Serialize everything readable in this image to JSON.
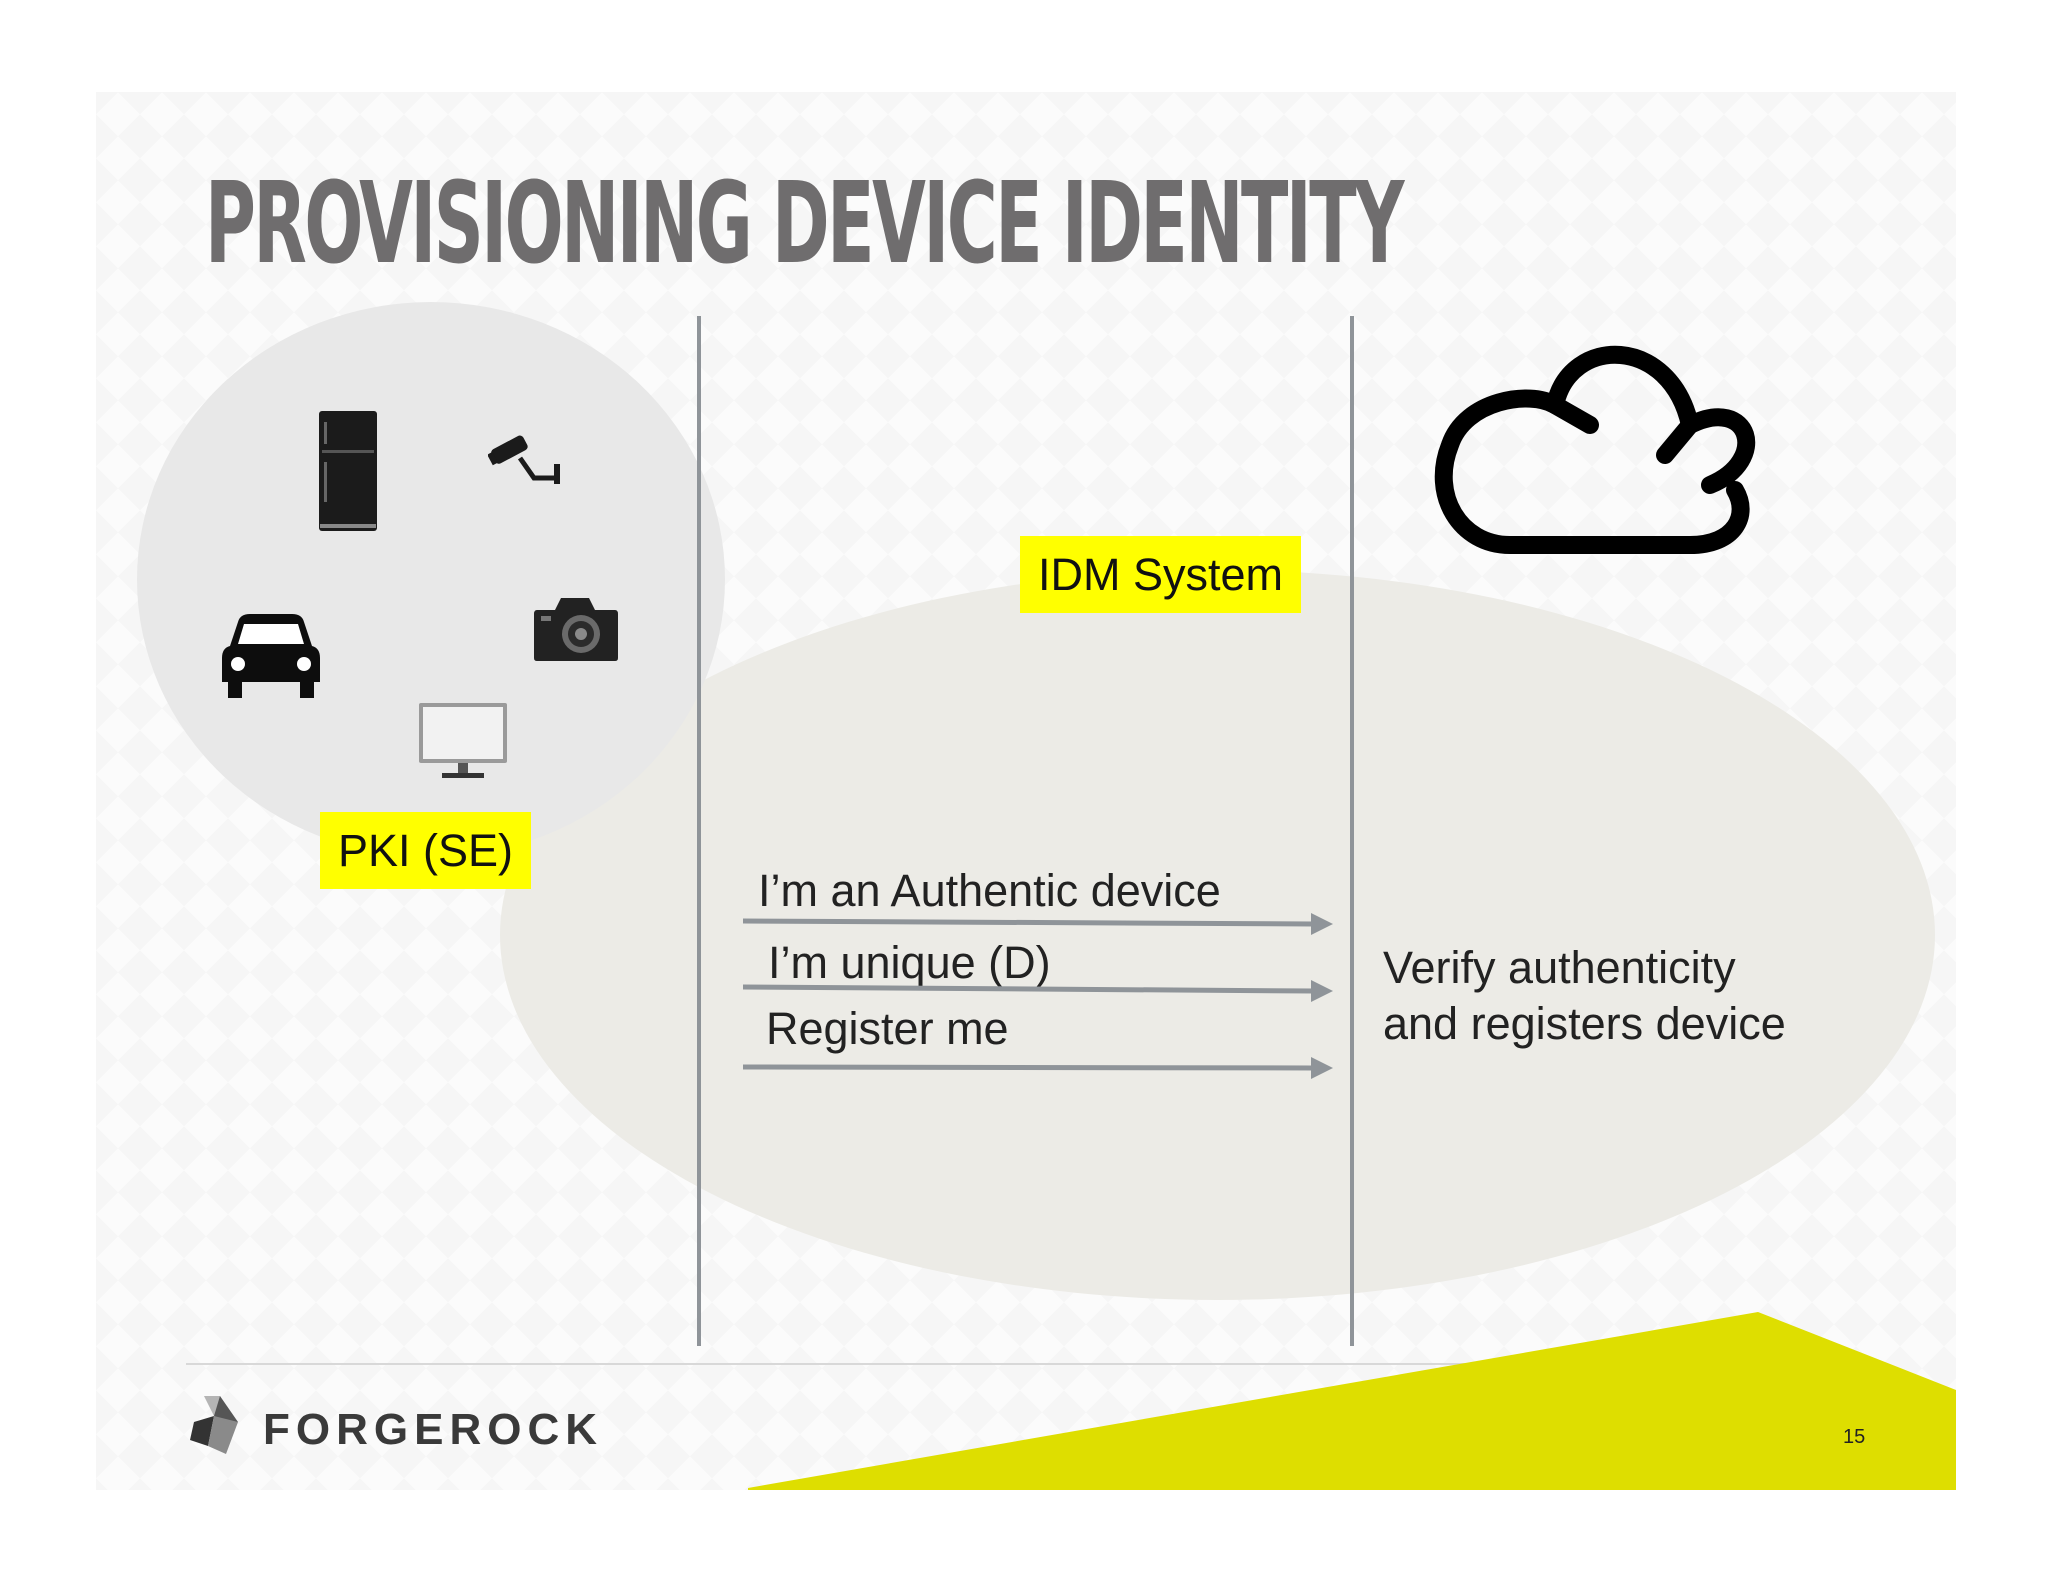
{
  "slide": {
    "title": "PROVISIONING DEVICE IDENTITY",
    "page_number": "15"
  },
  "labels": {
    "pki": "PKI (SE)",
    "idm": "IDM System"
  },
  "messages": [
    "I’m an Authentic device",
    "I’m unique (D)",
    "Register me"
  ],
  "result": {
    "line1": "Verify authenticity",
    "line2": "and registers device"
  },
  "footer": {
    "brand": "FORGEROCK"
  },
  "icons": [
    "refrigerator-icon",
    "security-camera-icon",
    "car-icon",
    "camera-icon",
    "monitor-icon",
    "cloud-icon"
  ],
  "colors": {
    "highlight": "#ffff00",
    "title": "#6f6d6e",
    "accent_wedge": "#dede00",
    "divider": "#8f9499",
    "arrow": "#8f9499"
  }
}
